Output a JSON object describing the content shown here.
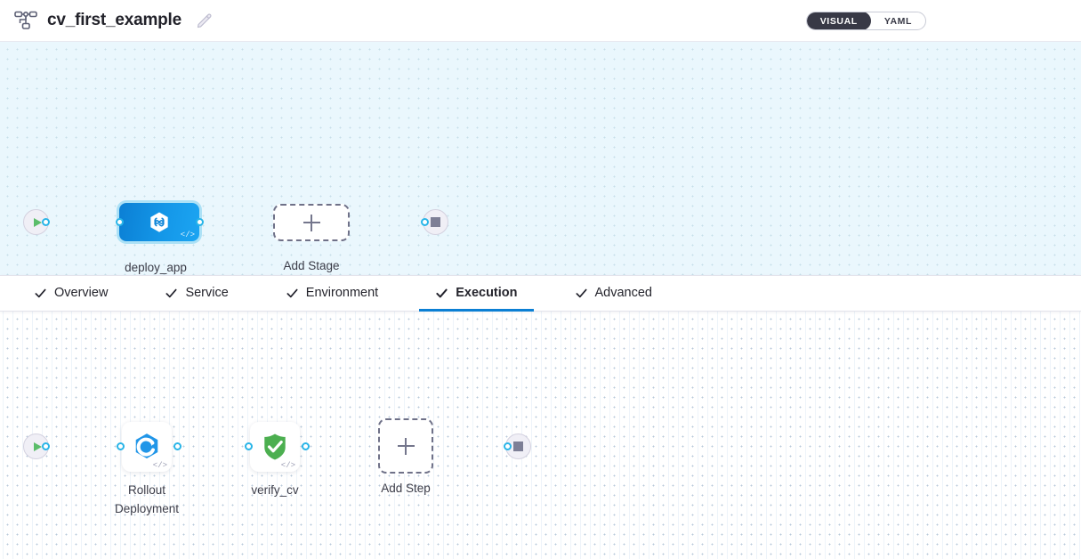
{
  "header": {
    "icon": "pipeline-icon",
    "title": "cv_first_example",
    "edit_icon": "pencil-icon",
    "view_toggle": {
      "options": [
        "VISUAL",
        "YAML"
      ],
      "selected": "VISUAL"
    }
  },
  "stage_canvas": {
    "start_node": {
      "name": "start-node",
      "icon": "play-icon"
    },
    "nodes": [
      {
        "id": "deploy_app",
        "label": "deploy_app",
        "icon": "harness-deploy-icon",
        "badge": "</>",
        "selected": true
      },
      {
        "id": "add_stage",
        "label": "Add Stage",
        "icon": "plus-icon",
        "selected": false
      }
    ],
    "end_node": {
      "name": "end-node",
      "icon": "stop-icon"
    }
  },
  "tabs": [
    {
      "id": "overview",
      "label": "Overview",
      "icon": "check-icon",
      "active": false
    },
    {
      "id": "service",
      "label": "Service",
      "icon": "check-icon",
      "active": false
    },
    {
      "id": "environment",
      "label": "Environment",
      "icon": "check-icon",
      "active": false
    },
    {
      "id": "execution",
      "label": "Execution",
      "icon": "check-icon",
      "active": true
    },
    {
      "id": "advanced",
      "label": "Advanced",
      "icon": "check-icon",
      "active": false
    }
  ],
  "execution_canvas": {
    "start_node": {
      "name": "start-node",
      "icon": "play-icon"
    },
    "steps": [
      {
        "id": "rollout_deployment",
        "label": "Rollout\nDeployment",
        "icon": "k8s-rollout-icon",
        "badge": "</>"
      },
      {
        "id": "verify_cv",
        "label": "verify_cv",
        "icon": "green-shield-check-icon",
        "badge": "</>"
      },
      {
        "id": "add_step",
        "label": "Add Step",
        "icon": "plus-icon",
        "badge": ""
      }
    ],
    "end_node": {
      "name": "end-node",
      "icon": "stop-icon"
    }
  },
  "colors": {
    "accent_blue": "#0b7fd4",
    "edge_blue": "#29b5e8",
    "toggle_dark": "#383946",
    "canvas_top_bg": "#eaf7fd",
    "shield_green": "#4caf50",
    "play_green": "#5bbd6a"
  }
}
